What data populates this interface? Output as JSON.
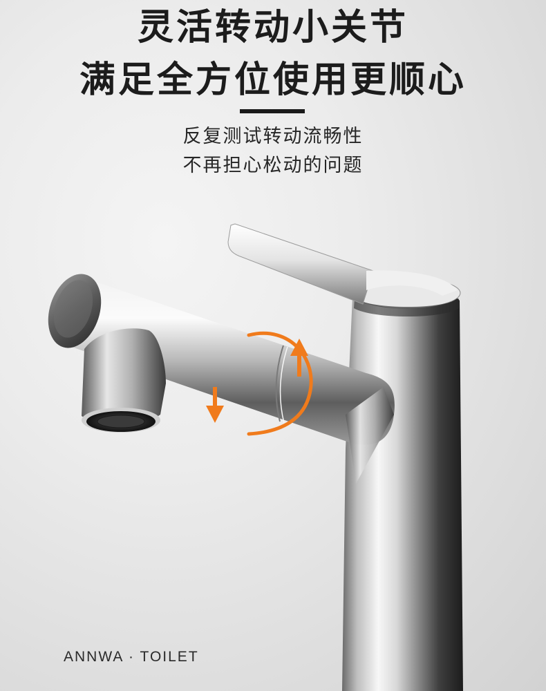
{
  "headline": {
    "line1": "灵活转动小关节",
    "line2": "满足全方位使用更顺心"
  },
  "subheadline": {
    "line1": "反复测试转动流畅性",
    "line2": "不再担心松动的问题"
  },
  "brand": "ANNWA · TOILET",
  "product": {
    "icon": "rotation-arrows-icon",
    "accent_color": "#f07b1c"
  }
}
